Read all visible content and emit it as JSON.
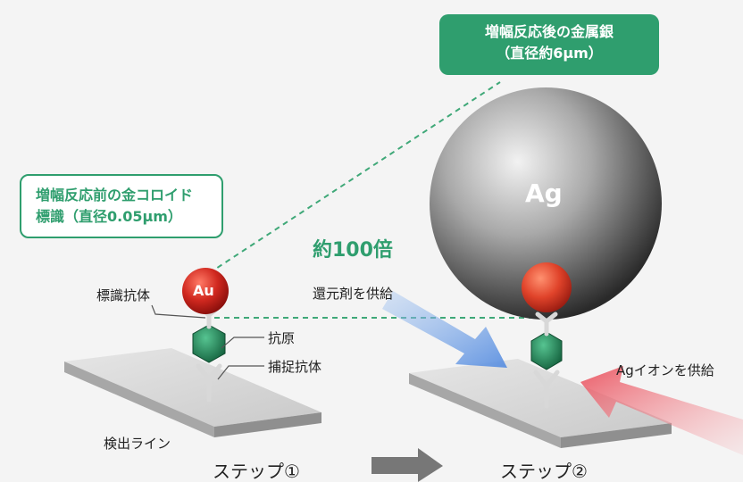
{
  "callouts": {
    "after_line1": "増幅反応後の金属銀",
    "after_line2": "（直径約6μm）",
    "before_line1": "増幅反応前の金コロイド",
    "before_line2": "標識（直径0.05μm）"
  },
  "magnification": "約100倍",
  "particles": {
    "gold": "Au",
    "silver": "Ag"
  },
  "labels": {
    "labeled_antibody": "標識抗体",
    "antigen": "抗原",
    "capture_antibody": "捕捉抗体",
    "detection_line": "検出ライン",
    "reducer_supply": "還元剤を供給",
    "ag_ion_supply": "Agイオンを供給"
  },
  "steps": {
    "step1": "ステップ①",
    "step2": "ステップ②"
  },
  "colors": {
    "green": "#2f9e6e",
    "gold_particle": "#c8251f",
    "antigen": "#1f7a4e",
    "blue_arrow": "#6f9ee0",
    "red_arrow": "#ee6c75",
    "gray_arrow": "#777777"
  }
}
